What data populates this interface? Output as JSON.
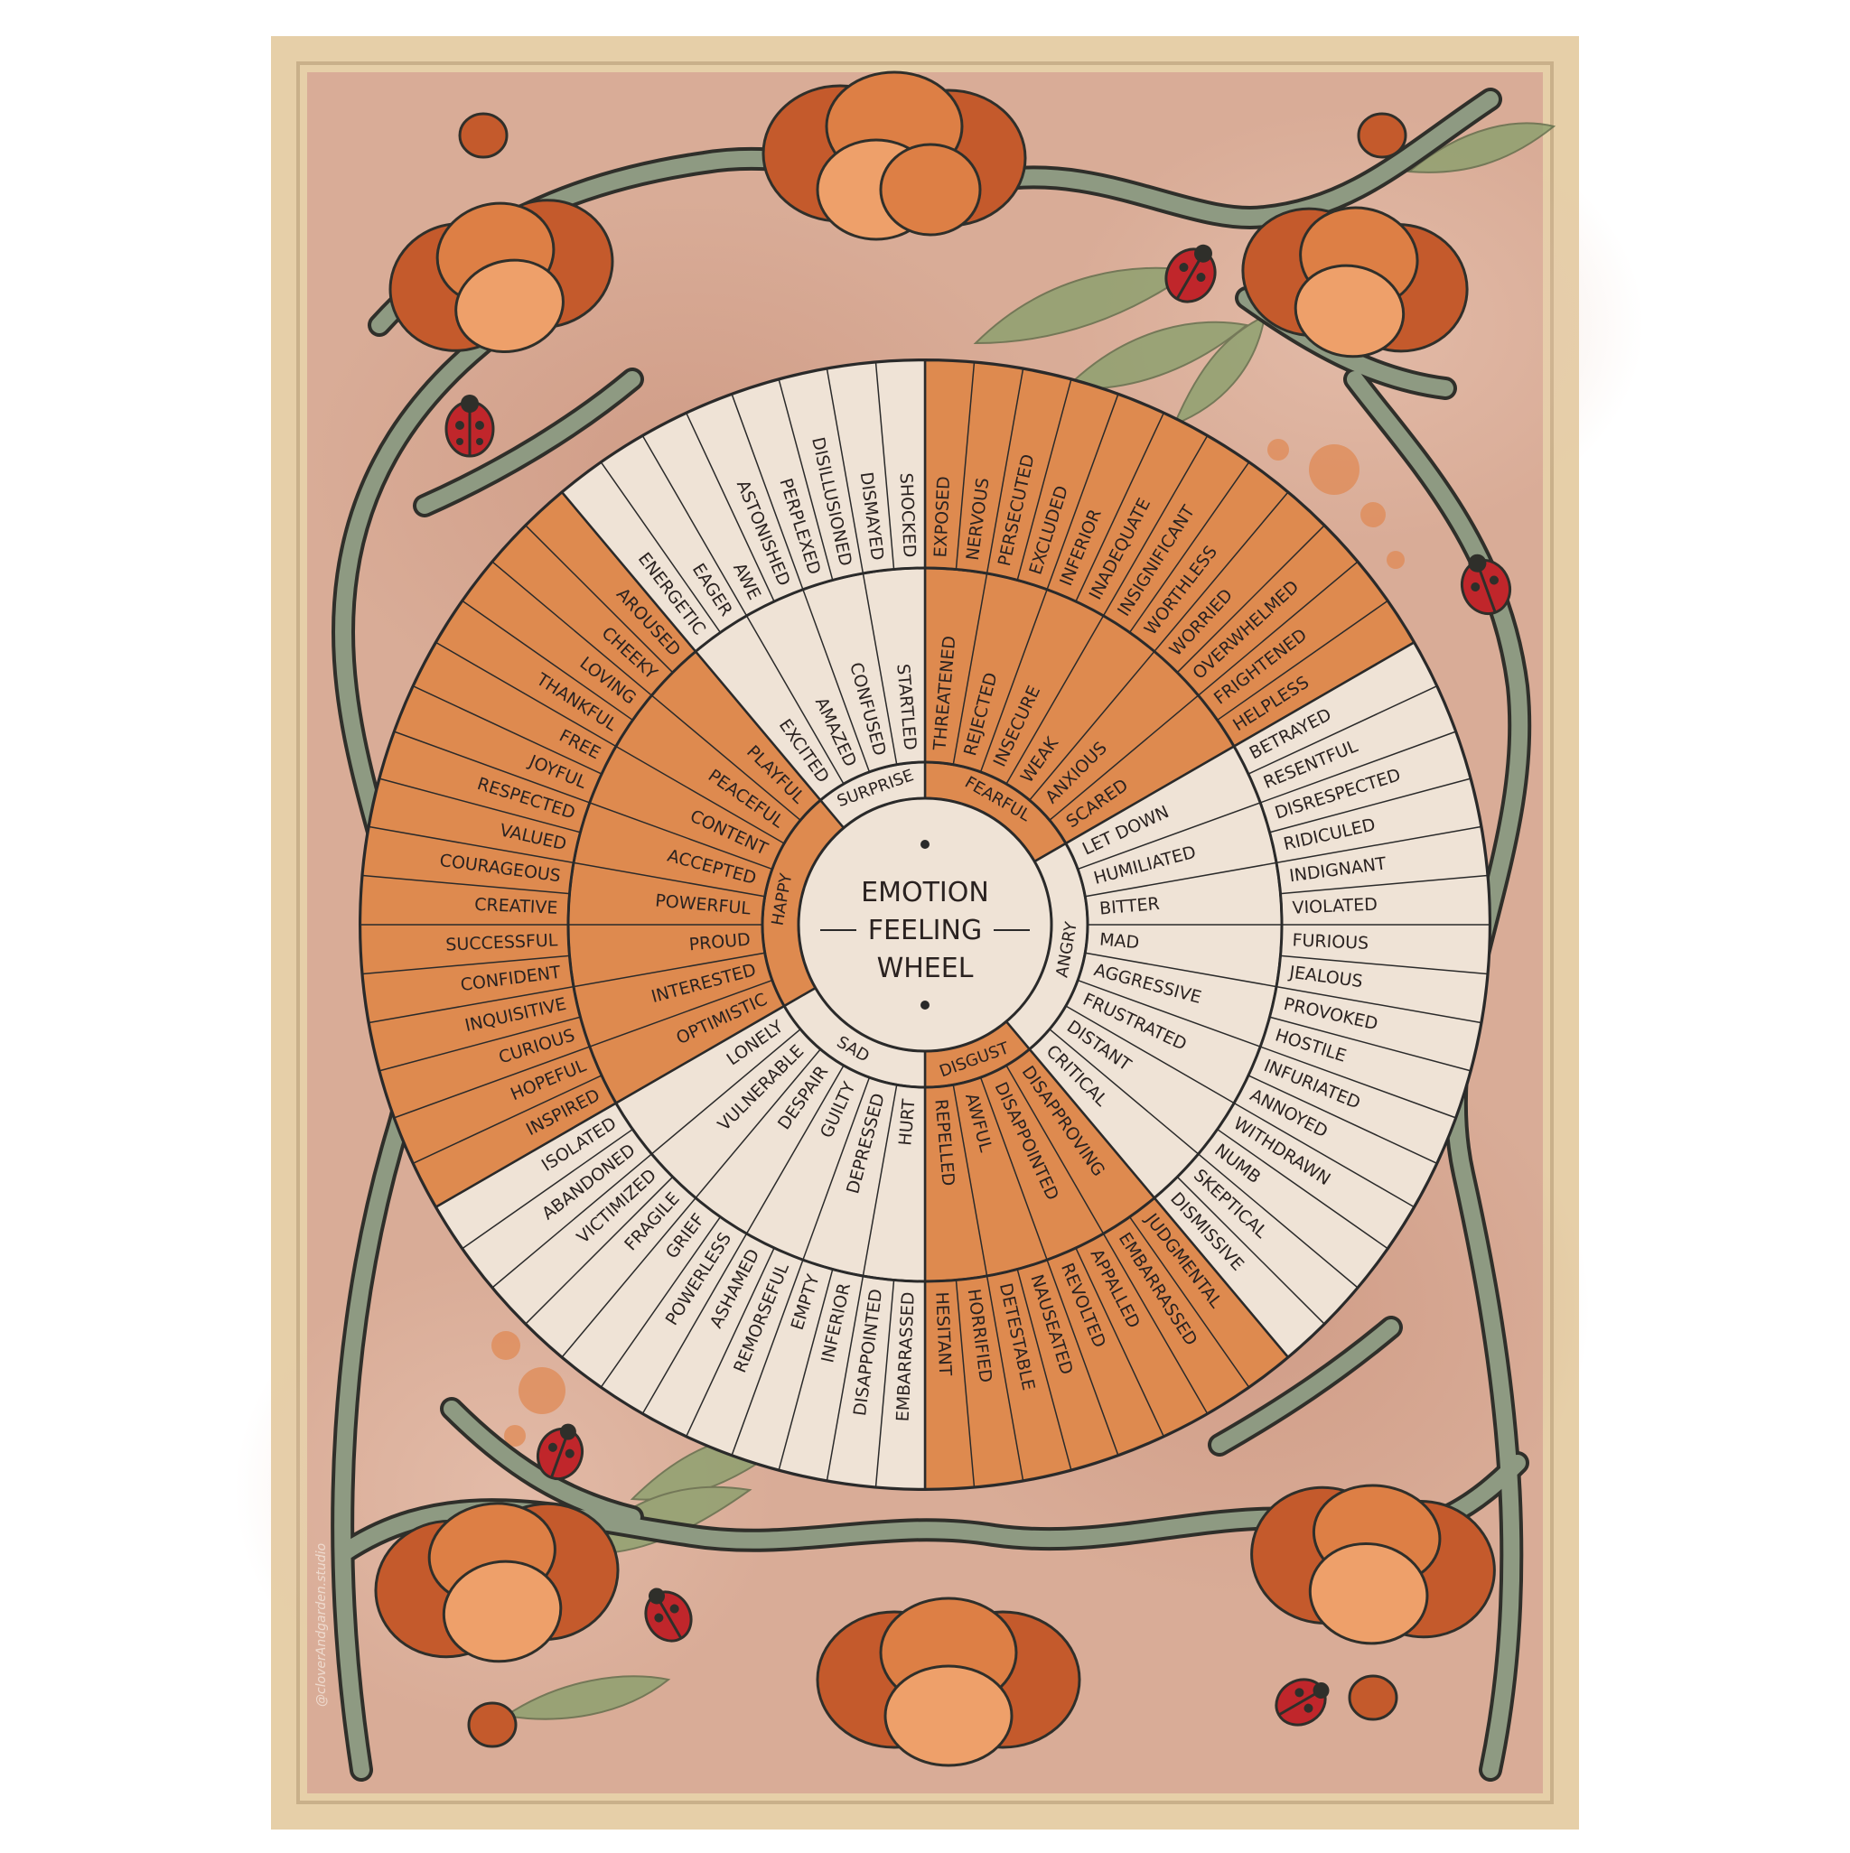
{
  "poster": {
    "title_lines": [
      "EMOTION",
      "FEELING",
      "WHEEL"
    ],
    "signature": "@cloverAndgarden.studio"
  },
  "colors": {
    "frame": "#e6cfa8",
    "paper": "#d9ac97",
    "stem": "#8e9a82",
    "stem_outline": "#2f2f2a",
    "petal_dark": "#c45a2c",
    "petal_mid": "#dd7f45",
    "petal_light": "#eea06a",
    "leaf": "#8aa06d",
    "ladybug": "#c0262b",
    "wheel_orange": "#de8a4f",
    "wheel_cream": "#efe3d6",
    "wheel_line": "#2a2a2a",
    "text": "#2a2220"
  },
  "wheel": {
    "core": [
      {
        "label": "FEARFUL",
        "shade": "orange",
        "middle": [
          "THREATENED",
          "REJECTED",
          "INSECURE",
          "WEAK",
          "ANXIOUS",
          "SCARED"
        ],
        "outer": [
          "EXPOSED",
          "NERVOUS",
          "PERSECUTED",
          "EXCLUDED",
          "INFERIOR",
          "INADEQUATE",
          "INSIGNIFICANT",
          "WORTHLESS",
          "WORRIED",
          "OVERWHELMED",
          "FRIGHTENED",
          "HELPLESS"
        ]
      },
      {
        "label": "ANGRY",
        "shade": "cream",
        "middle": [
          "LET DOWN",
          "HUMILIATED",
          "BITTER",
          "MAD",
          "AGGRESSIVE",
          "FRUSTRATED",
          "DISTANT",
          "CRITICAL"
        ],
        "outer": [
          "BETRAYED",
          "RESENTFUL",
          "DISRESPECTED",
          "RIDICULED",
          "INDIGNANT",
          "VIOLATED",
          "FURIOUS",
          "JEALOUS",
          "PROVOKED",
          "HOSTILE",
          "INFURIATED",
          "ANNOYED",
          "WITHDRAWN",
          "NUMB",
          "SKEPTICAL",
          "DISMISSIVE"
        ]
      },
      {
        "label": "DISGUST",
        "shade": "orange",
        "middle": [
          "DISAPPROVING",
          "DISAPPOINTED",
          "AWFUL",
          "REPELLED"
        ],
        "outer": [
          "JUDGMENTAL",
          "EMBARRASSED",
          "APPALLED",
          "REVOLTED",
          "NAUSEATED",
          "DETESTABLE",
          "HORRIFIED",
          "HESITANT"
        ]
      },
      {
        "label": "SAD",
        "shade": "cream",
        "middle": [
          "HURT",
          "DEPRESSED",
          "GUILTY",
          "DESPAIR",
          "VULNERABLE",
          "LONELY"
        ],
        "outer": [
          "EMBARRASSED",
          "DISAPPOINTED",
          "INFERIOR",
          "EMPTY",
          "REMORSEFUL",
          "ASHAMED",
          "POWERLESS",
          "GRIEF",
          "FRAGILE",
          "VICTIMIZED",
          "ABANDONED",
          "ISOLATED"
        ]
      },
      {
        "label": "HAPPY",
        "shade": "orange",
        "middle": [
          "OPTIMISTIC",
          "INTERESTED",
          "PROUD",
          "POWERFUL",
          "ACCEPTED",
          "CONTENT",
          "PEACEFUL",
          "PLAYFUL"
        ],
        "outer": [
          "INSPIRED",
          "HOPEFUL",
          "CURIOUS",
          "INQUISITIVE",
          "CONFIDENT",
          "SUCCESSFUL",
          "CREATIVE",
          "COURAGEOUS",
          "VALUED",
          "RESPECTED",
          "JOYFUL",
          "FREE",
          "THANKFUL",
          "LOVING",
          "CHEEKY",
          "AROUSED"
        ]
      },
      {
        "label": "SURPRISE",
        "shade": "cream",
        "middle": [
          "EXCITED",
          "AMAZED",
          "CONFUSED",
          "STARTLED"
        ],
        "outer": [
          "ENERGETIC",
          "EAGER",
          "AWE",
          "ASTONISHED",
          "PERPLEXED",
          "DISILLUSIONED",
          "DISMAYED",
          "SHOCKED"
        ]
      }
    ]
  }
}
